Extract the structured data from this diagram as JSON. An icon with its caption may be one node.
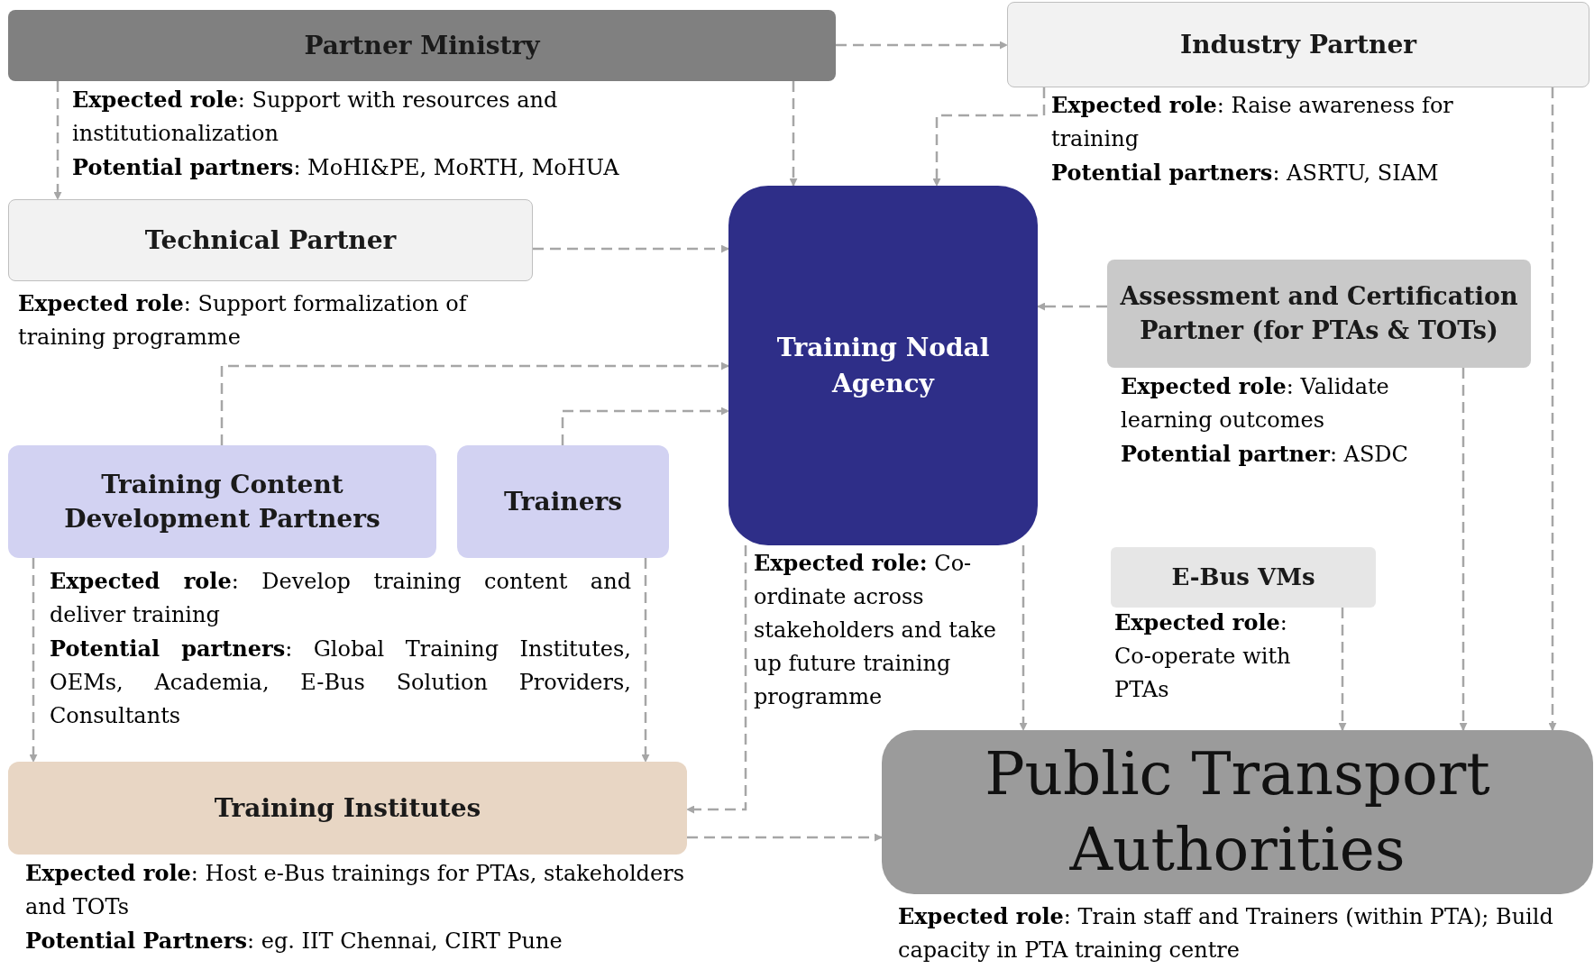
{
  "diagram": {
    "nodes": [
      {
        "text": [
          "Partner Ministry"
        ],
        "beside": [
          "**Expected role**: Support with resources and institutionalization",
          "**Potential partners**: MoHI&PE, MoRTH, MoHUA"
        ]
      },
      {
        "text": [
          "Industry Partner"
        ],
        "beside": [
          "**Expected role**: Raise awareness for training",
          "**Potential partners**: ASRTU, SIAM"
        ]
      },
      {
        "text": [
          "Technical Partner"
        ],
        "beside": [
          "**Expected role**: Support formalization of training programme"
        ]
      },
      {
        "text": [
          "Training Nodal Agency"
        ],
        "beside": [
          "**Expected role:** Co-ordinate across stakeholders and take up future training programme"
        ]
      },
      {
        "text": [
          "Assessment and Certification Partner (for PTAs & TOTs)"
        ],
        "beside": [
          "**Expected role**: Validate learning outcomes",
          "**Potential partner**: ASDC"
        ]
      },
      {
        "text": [
          "Training Content Development Partners"
        ],
        "beside": [
          "**Expected role**: Develop training content and deliver training",
          "**Potential partners**: Global Training Institutes, OEMs, Academia, E-Bus Solution Providers, Consultants"
        ]
      },
      {
        "text": [
          "Trainers"
        ]
      },
      {
        "text": [
          "E-Bus VMs"
        ],
        "beside": [
          "**Expected role**: Co-operate with PTAs"
        ]
      },
      {
        "text": [
          "Training Institutes"
        ],
        "beside": [
          "**Expected role**: Host e-Bus trainings for PTAs, stakeholders and TOTs",
          "**Potential Partners**: eg. IIT Chennai, CIRT Pune"
        ]
      },
      {
        "text": [
          "Public Transport Authorities"
        ],
        "beside": [
          "**Expected role**: Train staff and Trainers (within PTA); Build capacity in PTA training centre"
        ]
      }
    ],
    "edges": [
      {
        "from": 0,
        "to": 1,
        "arrow": "to",
        "style": "dashed"
      },
      {
        "from": 0,
        "to": 2,
        "arrow": "to",
        "style": "dashed"
      },
      {
        "from": 0,
        "to": 3,
        "arrow": "to",
        "style": "dashed"
      },
      {
        "from": 1,
        "to": 3,
        "arrow": "to",
        "style": "dashed"
      },
      {
        "from": 1,
        "to": 9,
        "arrow": "to",
        "style": "dashed"
      },
      {
        "from": 2,
        "to": 3,
        "arrow": "to",
        "style": "dashed"
      },
      {
        "from": 4,
        "to": 3,
        "arrow": "to",
        "style": "dashed"
      },
      {
        "from": 4,
        "to": 9,
        "arrow": "to",
        "style": "dashed"
      },
      {
        "from": 5,
        "to": 3,
        "arrow": "to",
        "style": "dashed"
      },
      {
        "from": 6,
        "to": 3,
        "arrow": "to",
        "style": "dashed"
      },
      {
        "from": 5,
        "to": 8,
        "arrow": "to",
        "style": "dashed"
      },
      {
        "from": 6,
        "to": 8,
        "arrow": "to",
        "style": "dashed"
      },
      {
        "from": 3,
        "to": 8,
        "arrow": "to",
        "style": "dashed"
      },
      {
        "from": 3,
        "to": 9,
        "arrow": "to",
        "style": "dashed"
      },
      {
        "from": 7,
        "to": 9,
        "arrow": "to",
        "style": "dashed"
      },
      {
        "from": 8,
        "to": 9,
        "arrow": "to",
        "style": "dashed"
      }
    ]
  }
}
